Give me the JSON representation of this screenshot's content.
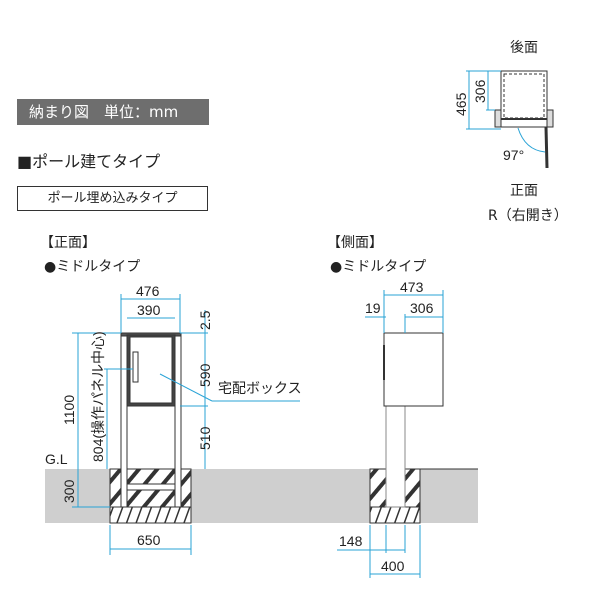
{
  "header": "納まり図　単位：mm",
  "section_title": "■ポール建てタイプ",
  "subtype": "ポール埋め込みタイプ",
  "front": {
    "title": "【正面】",
    "variant": "●ミドルタイプ",
    "dims": {
      "w476": "476",
      "w390": "390",
      "h25": "2.5",
      "h590": "590",
      "h510": "510",
      "h1100": "1100",
      "h804": "804(操作パネル中心)",
      "h300": "300",
      "w650": "650"
    },
    "gl": "G.L",
    "box_label": "宅配ボックス"
  },
  "side": {
    "title": "【側面】",
    "variant": "●ミドルタイプ",
    "dims": {
      "w473": "473",
      "w19": "19",
      "w306": "306",
      "w148": "148",
      "w400": "400"
    }
  },
  "plan": {
    "back": "後面",
    "front": "正面",
    "opening": "R（右開き）",
    "d465": "465",
    "d306": "306",
    "angle": "97°"
  },
  "colors": {
    "dim": "#29a3d6",
    "ground": "#cfcfcf",
    "header": "#6e6e6e"
  }
}
